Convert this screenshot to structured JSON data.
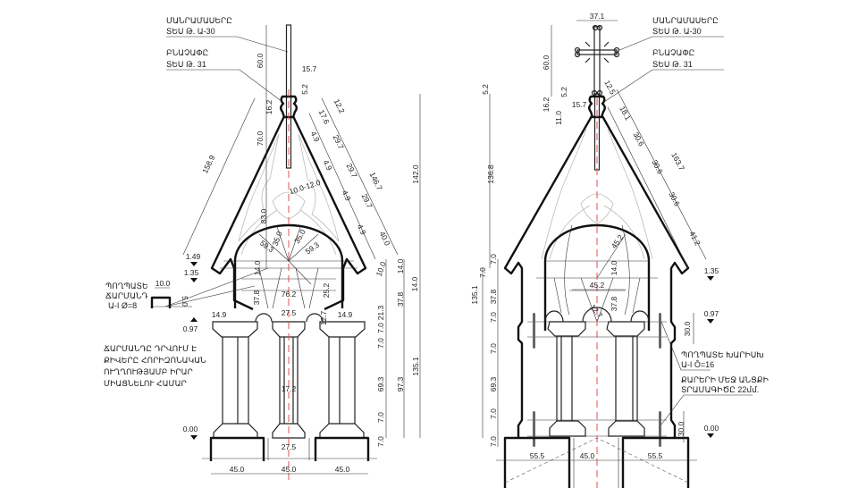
{
  "left_elevation": {
    "callouts": {
      "details_title": "ՄԱՆՐԱՄԱՍԵՐԸ",
      "details_ref": "ՏԵՍ Թ. Ա-30",
      "template_title": "ԲՆԱՉԱՓԸ",
      "template_ref": "ՏԵՍ Թ. 31",
      "bracket_line1": "ՊՈՂՊԱՏԵ",
      "bracket_line2": "ՃԱՐՄԱՆԴ",
      "bracket_line3": "Ա-I  Ø=8",
      "note_lines": [
        "ՃԱՐՄԱՆԴԸ ԴՐՎՈՒՄ Է",
        "ՔԻՎԵՐԸ ՀՈՐԻԶՈՆԱԿԱՆ",
        "ՈՒՂՂՈՒԹՅԱՄԲ ԻՐԱՐ",
        "ՄԻԱՑՆԵԼՈՒ ՀԱՄԱՐ"
      ]
    },
    "dims": [
      "60.0",
      "15.7",
      "5.2",
      "16.2",
      "70.0",
      "158.9",
      "12.2",
      "17.6",
      "4.9",
      "29.7",
      "4.9",
      "29.7",
      "146.7",
      "10.0-12.0",
      "4.9",
      "29.7",
      "4.9",
      "40.0",
      "83.0",
      "35.0",
      "35.0",
      "59.3",
      "59.3",
      "1.49",
      "1.35",
      "10.0",
      "5.0",
      "14.0",
      "37.8",
      "76.2",
      "25.2",
      "27.5",
      "14.9",
      "14.9",
      "12.7",
      "0.97",
      "17.2",
      "0.00",
      "27.5",
      "45.0",
      "45.0",
      "45.0",
      "10.0",
      "21.3",
      "7.0",
      "7.0",
      "69.3",
      "7.0",
      "7.0",
      "14.0",
      "14.0",
      "37.8",
      "97.3",
      "142.0",
      "135.1"
    ]
  },
  "right_elevation": {
    "callouts": {
      "details_title": "ՄԱՆՐԱՄԱՍԵՐԸ",
      "details_ref": "ՏԵՍ Թ. Ա-30",
      "template_title": "ԲՆԱՉԱՓԸ",
      "template_ref": "ՏԵՍ Թ. 31",
      "pin_line1": "ՊՈՂՊԱՏԵ ԽԱՐԻՍԽ",
      "pin_line2": "Ա-I  Ô=16",
      "hole_line1": "ՔԱՐԵՐԻ ՄԵՋ ԱՆՑՔԻ",
      "hole_line2": "ՏՐԱՄԱԳԻԾԸ 22մմ."
    },
    "dims": [
      "37.1",
      "60.0",
      "5.2",
      "5.2",
      "16.2",
      "15.7",
      "11.0",
      "12.5",
      "18.1",
      "30.6",
      "30.6",
      "163.7",
      "30.6",
      "41.2",
      "136.8",
      "7.0",
      "7.0",
      "135.1",
      "37.8",
      "7.0",
      "7.0",
      "69.3",
      "7.0",
      "7.0",
      "45.2",
      "14.0",
      "45.2",
      "37.8",
      "12.7",
      "1.35",
      "0.97",
      "30.0",
      "30.0",
      "0.00",
      "55.5",
      "45.0",
      "55.5"
    ]
  },
  "colors": {
    "axis": "#e05050",
    "line": "#111111",
    "ornament": "#bbbbbb"
  }
}
